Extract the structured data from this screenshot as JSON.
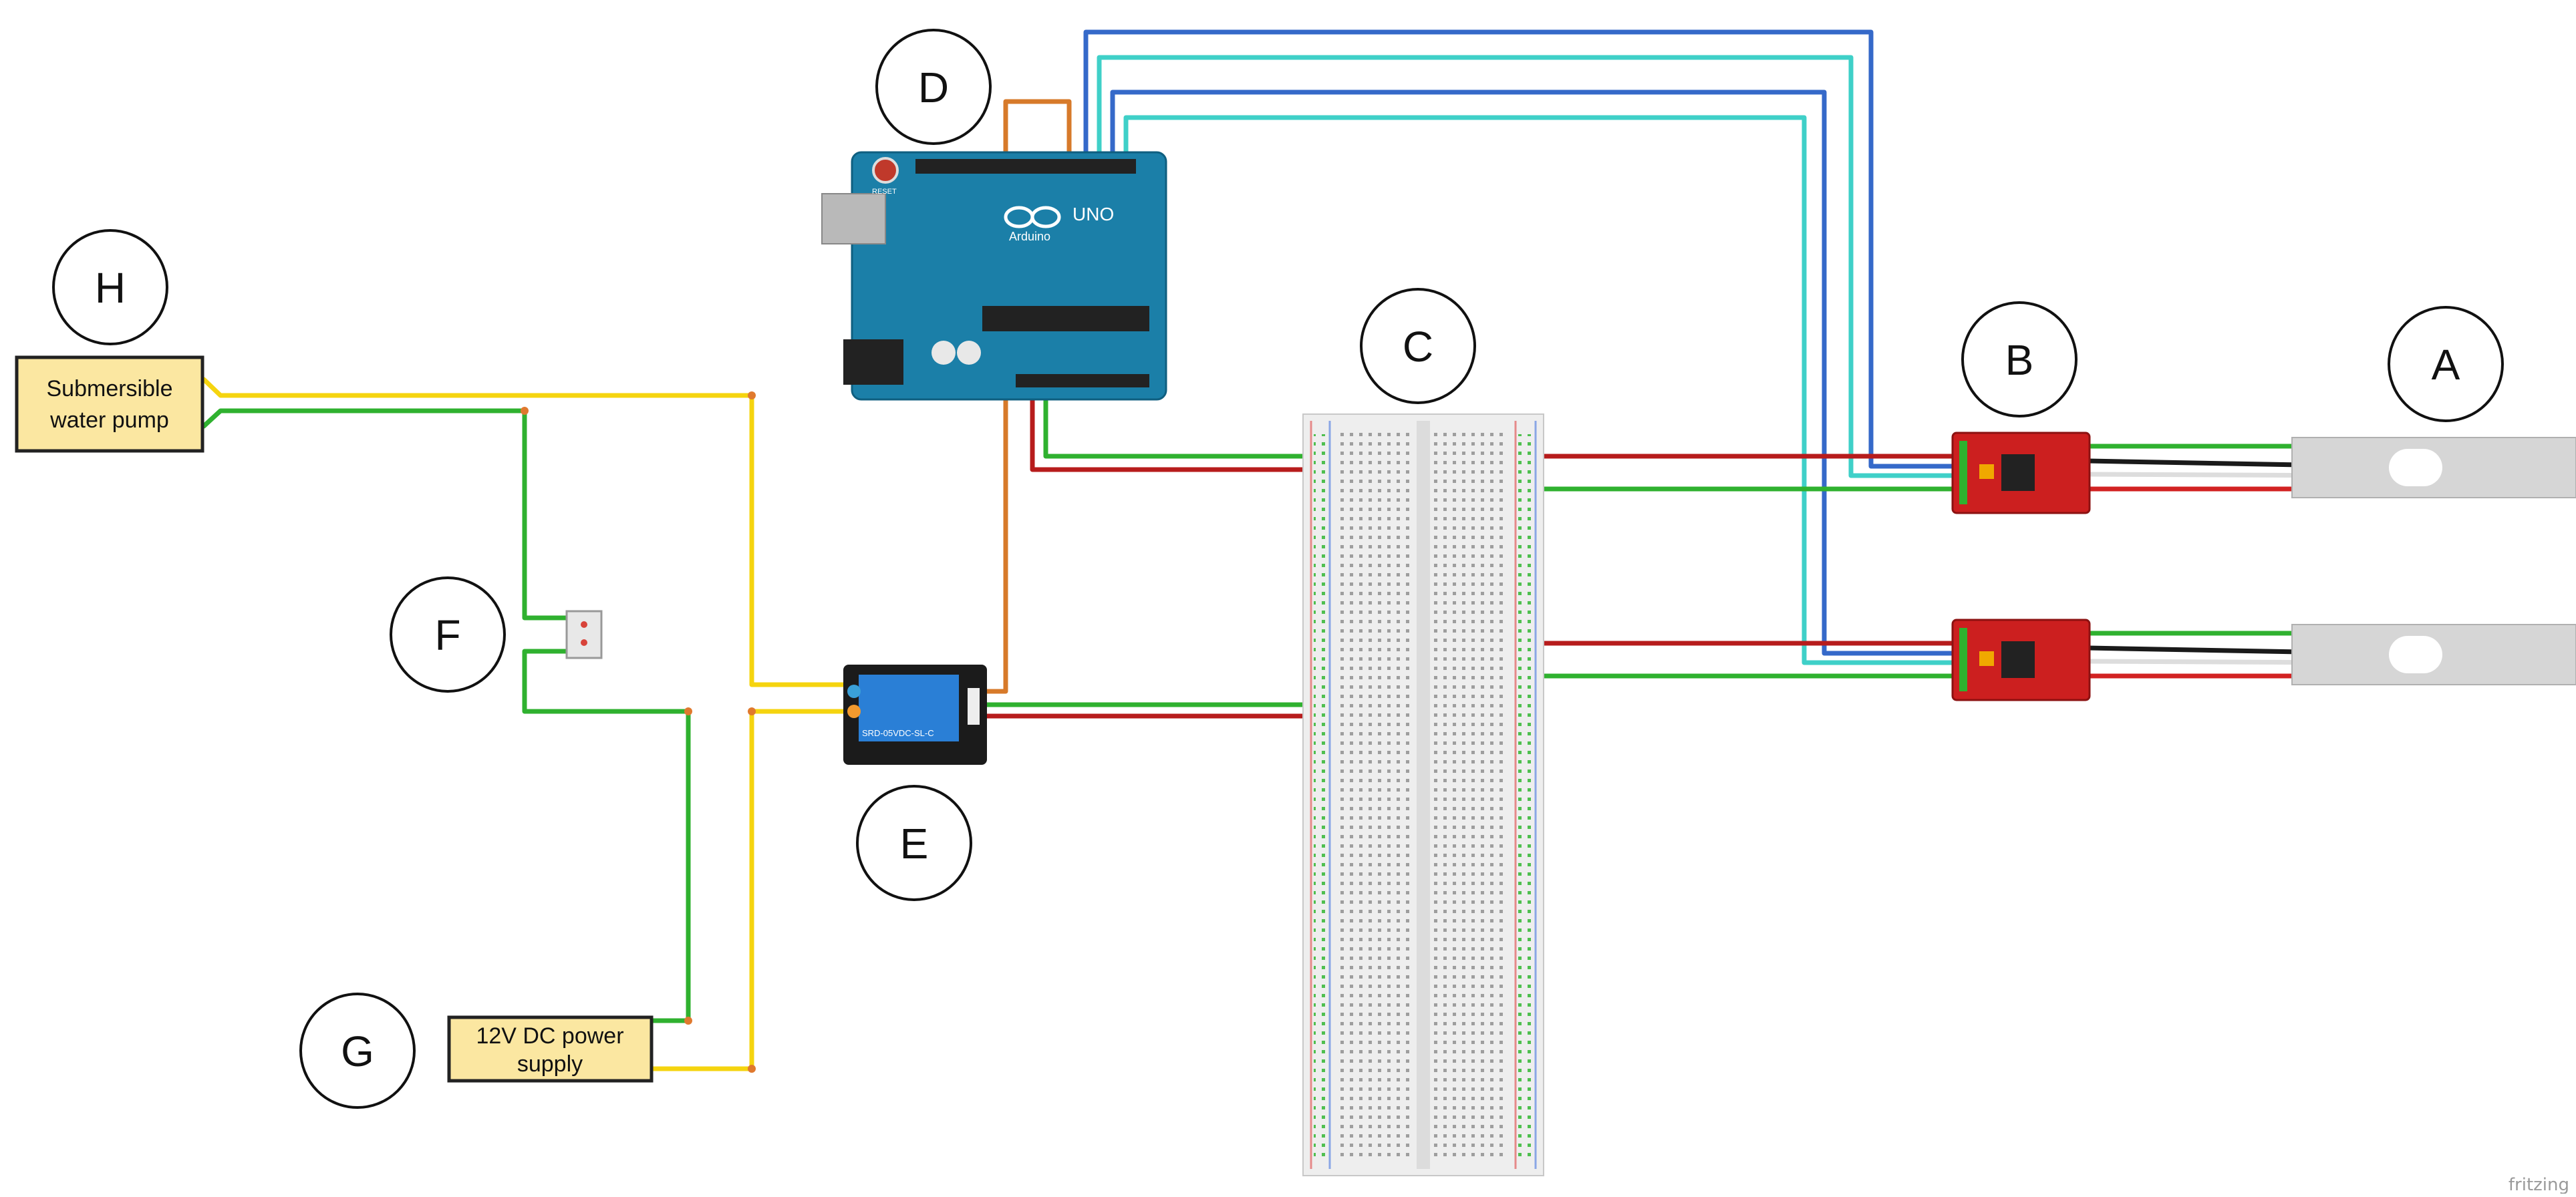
{
  "labels": {
    "a": "A",
    "b": "B",
    "c": "C",
    "d": "D",
    "e": "E",
    "f": "F",
    "g": "G",
    "h": "H"
  },
  "pump_box": {
    "line1": "Submersible",
    "line2": "water pump"
  },
  "power_box": {
    "line1": "12V DC power",
    "line2": "supply"
  },
  "arduino": {
    "brand": "Arduino",
    "model": "UNO",
    "reset": "RESET"
  },
  "relay": {
    "text": "SRD-05VDC-SL-C"
  },
  "watermark": "fritzing",
  "colors": {
    "wire_red": "#b71c1c",
    "wire_green": "#2fb12f",
    "wire_yellow": "#f5d40f",
    "wire_blue": "#3569c9",
    "wire_cyan": "#3fd0c8",
    "wire_orange": "#d77a2a",
    "arduino": "#1b7fa8",
    "hx711": "#cc1f1f",
    "relay": "#2a7fd6",
    "label_box": "#fbe7a1"
  }
}
